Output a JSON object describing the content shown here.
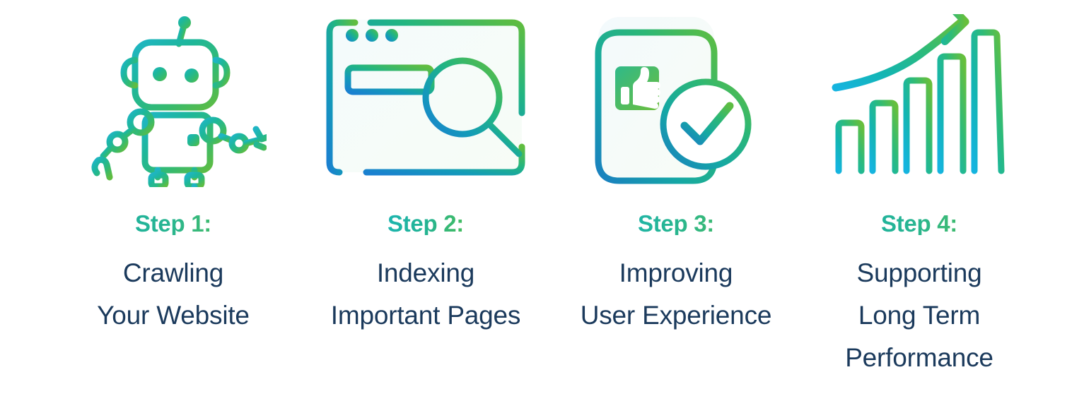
{
  "background_color": "#ffffff",
  "theme": {
    "step_label_color": "#26b99a",
    "heading_color": "#1b3a5c",
    "gradient_start": "#1a7fc1",
    "gradient_mid": "#1fb6a8",
    "gradient_end": "#5cbb46"
  },
  "steps": [
    {
      "icon": "robot-crawler-icon",
      "label": "Step 1:",
      "heading_lines": [
        "Crawling",
        "Your Website"
      ]
    },
    {
      "icon": "browser-search-icon",
      "label": "Step 2:",
      "heading_lines": [
        "Indexing",
        "Important Pages"
      ]
    },
    {
      "icon": "mobile-approval-icon",
      "label": "Step 3:",
      "heading_lines": [
        "Improving",
        "User Experience"
      ]
    },
    {
      "icon": "growth-bar-chart-icon",
      "label": "Step 4:",
      "heading_lines": [
        "Supporting",
        "Long Term",
        "Performance"
      ]
    }
  ]
}
